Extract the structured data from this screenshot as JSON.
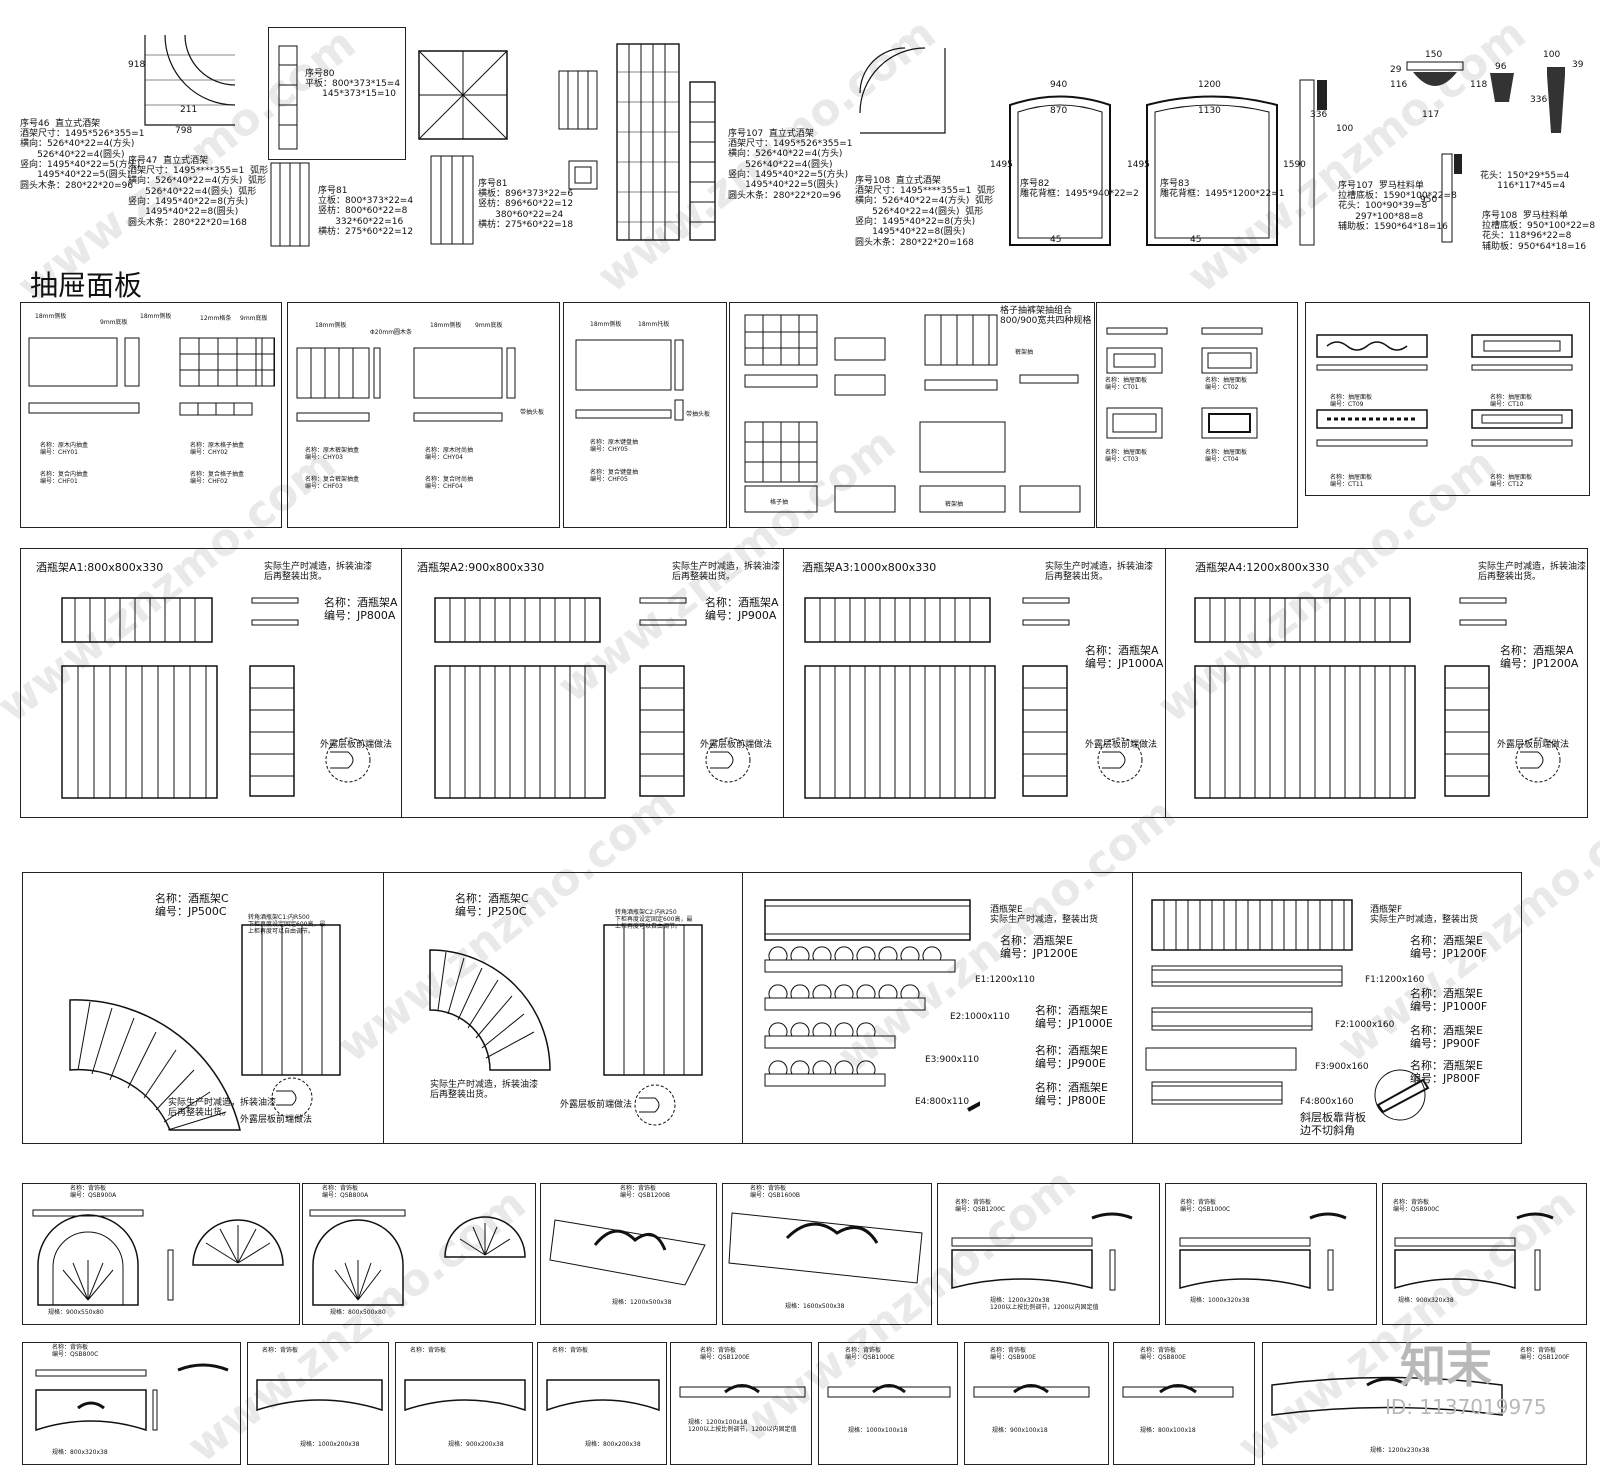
{
  "section_title": "抽屉面板",
  "top": {
    "s46": [
      "序号46  直立式酒架",
      "酒架尺寸：1495*526*355=1",
      "横向：526*40*22=4(方头)",
      "      526*40*22=4(圆头)",
      "竖向：1495*40*22=5(方头)",
      "      1495*40*22=5(圆头)",
      "圆头木条：280*22*20=96"
    ],
    "s47": [
      "序号47  直立式酒架",
      "酒架尺寸：1495****355=1  弧形",
      "横向：526*40*22=4(方头)  弧形",
      "      526*40*22=4(圆头)  弧形",
      "竖向：1495*40*22=8(方头)",
      "      1495*40*22=8(圆头)",
      "圆头木条：280*22*20=168"
    ],
    "s80": [
      "序号80",
      "平板：800*373*15=4",
      "      145*373*15=10"
    ],
    "s81": [
      "序号81",
      "立板：800*373*22=4",
      "竖枋：800*60*22=8",
      "      332*60*22=16",
      "横枋：275*60*22=12"
    ],
    "s81b": [
      "序号81",
      "横板：896*373*22=6",
      "竖枋：896*60*22=12",
      "      380*60*22=24",
      "横枋：275*60*22=18"
    ],
    "s107": [
      "序号107  直立式酒架",
      "酒架尺寸：1495*526*355=1",
      "横向：526*40*22=4(方头)",
      "      526*40*22=4(圆头)",
      "竖向：1495*40*22=5(方头)",
      "      1495*40*22=5(圆头)",
      "圆头木条：280*22*20=96"
    ],
    "s108": [
      "序号108  直立式酒架",
      "酒架尺寸：1495****355=1  弧形",
      "横向：526*40*22=4(方头)  弧形",
      "      526*40*22=4(圆头)  弧形",
      "竖向：1495*40*22=8(方头)",
      "      1495*40*22=8(圆头)",
      "圆头木条：280*22*20=168"
    ],
    "s82": [
      "序号82",
      "雕花背框：1495*940*22=2"
    ],
    "s83": [
      "序号83",
      "雕花背框：1495*1200*22=1"
    ],
    "s107b": [
      "序号107  罗马柱料单",
      "拉槽底板：1590*100*22=8",
      "花头：100*90*39=8",
      "      297*100*88=8",
      "辅助板：1590*64*18=16"
    ],
    "s108b": [
      "序号108  罗马柱料单",
      "拉槽底板：950*100*22=8",
      "花头：118*96*22=8",
      "辅助板：950*64*18=16"
    ],
    "flower": [
      "花头：150*29*55=4",
      "      116*117*45=4"
    ],
    "dims": {
      "d918": "918",
      "d798": "798",
      "d211": "211",
      "d940": "940",
      "d870": "870",
      "d1495a": "1495",
      "d1200": "1200",
      "d1130": "1130",
      "d1495b": "1495",
      "d45a": "45",
      "d45b": "45",
      "d150": "150",
      "d116": "116",
      "d29": "29",
      "d117": "117",
      "d118": "118",
      "d96": "96",
      "d100": "100",
      "d336": "336",
      "d39": "39",
      "d1590": "1590",
      "d950": "950"
    }
  },
  "drawer": {
    "p1": [
      "名称：原木内抽盒",
      "编号：CHY01",
      "名称：复合内抽盒",
      "编号：CHF01",
      "名称：原木格子抽盒",
      "编号：CHY02",
      "名称：复合格子抽盒",
      "编号：CHF02"
    ],
    "p1_lbl": [
      "18mm侧板",
      "9mm底板",
      "18mm侧板",
      "12mm格条",
      "9mm底板"
    ],
    "p2": [
      "名称：原木裤架抽盒",
      "编号：CHY03",
      "名称：复合裤架抽盒",
      "编号：CHF03",
      "名称：原木时尚抽",
      "编号：CHY04",
      "名称：复合时尚抽",
      "编号：CHF04"
    ],
    "p2_lbl": [
      "18mm侧板",
      "Φ20mm圆木条",
      "18mm侧板",
      "9mm底板",
      "带抽头板"
    ],
    "p3": [
      "名称：原木键盘抽",
      "编号：CHY05",
      "名称：复合键盘抽",
      "编号：CHF05"
    ],
    "p3_lbl": [
      "18mm侧板",
      "18mm托板",
      "带抽头板"
    ],
    "p4_head": "格子抽裤架抽组合\n800/900宽共四种规格",
    "p4_lbl": [
      "格子抽",
      "裤架抽",
      "裤架抽"
    ],
    "p5": [
      "名称：抽屉面板",
      "编号：CT01",
      "名称：抽屉面板",
      "编号：CT02",
      "名称：抽屉面板",
      "编号：CT03",
      "名称：抽屉面板",
      "编号：CT04"
    ],
    "p6": [
      "名称：抽屉面板",
      "编号：CT09",
      "名称：抽屉面板",
      "编号：CT10",
      "名称：抽屉面板",
      "编号：CT11",
      "名称：抽屉面板",
      "编号：CT12"
    ]
  },
  "racks_a": [
    {
      "title": "酒瓶架A1:800x800x330",
      "note": "实际生产时减造，拆装油漆\n后再整装出货。",
      "name": "名称：酒瓶架A",
      "code": "编号：JP800A",
      "front": "外露层板前端做法"
    },
    {
      "title": "酒瓶架A2:900x800x330",
      "note": "实际生产时减造，拆装油漆\n后再整装出货。",
      "name": "名称：酒瓶架A",
      "code": "编号：JP900A",
      "front": "外露层板前端做法"
    },
    {
      "title": "酒瓶架A3:1000x800x330",
      "note": "实际生产时减造，拆装油漆\n后再整装出货。",
      "name": "名称：酒瓶架A",
      "code": "编号：JP1000A",
      "front": "外露层板前端做法"
    },
    {
      "title": "酒瓶架A4:1200x800x330",
      "note": "实际生产时减造，拆装油漆\n后再整装出货。",
      "name": "名称：酒瓶架A",
      "code": "编号：JP1200A",
      "front": "外露层板前端做法"
    }
  ],
  "rack_c": {
    "c1_name": "名称：酒瓶架C",
    "c1_code": "编号：JP500C",
    "c1_corner": "转角酒瓶架C1:内R500\n下柜再度设定固定600高，最\n上柜再度可以自由调节。",
    "c1_note": "实际生产时减造，拆装油漆\n后再整装出货。",
    "c1_front": "外露层板前端做法",
    "c2_name": "名称：酒瓶架C",
    "c2_code": "编号：JP250C",
    "c2_corner": "转角酒瓶架C2:内R250\n下柜再度设定固定600高，最\n上柜再度可以自由调节。",
    "c2_note": "实际生产时减造，拆装油漆\n后再整装出货。",
    "c2_front": "外露层板前端做法"
  },
  "rack_e": {
    "head": "酒瓶架E\n实际生产时减造，整装出货",
    "items": [
      {
        "dim": "E1:1200x110",
        "name": "名称：酒瓶架E",
        "code": "编号：JP1200E"
      },
      {
        "dim": "E2:1000x110",
        "name": "名称：酒瓶架E",
        "code": "编号：JP1000E"
      },
      {
        "dim": "E3:900x110",
        "name": "名称：酒瓶架E",
        "code": "编号：JP900E"
      },
      {
        "dim": "E4:800x110",
        "name": "名称：酒瓶架E",
        "code": "编号：JP800E"
      }
    ]
  },
  "rack_f": {
    "head": "酒瓶架F\n实际生产时减造，整装出货",
    "items": [
      {
        "dim": "F1:1200x160",
        "name": "名称：酒瓶架E",
        "code": "编号：JP1200F"
      },
      {
        "dim": "F2:1000x160",
        "name": "名称：酒瓶架E",
        "code": "编号：JP1000F"
      },
      {
        "dim": "F3:900x160",
        "name": "名称：酒瓶架E",
        "code": "编号：JP900F"
      },
      {
        "dim": "F4:800x160",
        "name": "名称：酒瓶架E",
        "code": "编号：JP800F"
      }
    ],
    "note": "斜层板靠背板\n边不切斜角"
  },
  "panels_row1": [
    {
      "name": "名称：背饰板",
      "code": "编号：QSB900A",
      "spec": "规格：900x550x80"
    },
    {
      "name": "名称：背饰板",
      "code": "编号：QSB800A",
      "spec": "规格：800x500x80"
    },
    {
      "name": "名称：背饰板",
      "code": "编号：QSB1200B",
      "spec": "规格：1200x500x38"
    },
    {
      "name": "名称：背饰板",
      "code": "编号：QSB1600B",
      "spec": "规格：1600x500x38"
    },
    {
      "name": "名称：背饰板",
      "code": "编号：QSB1200C",
      "spec": "规格：1200x320x38\n1200以上按比例调节，1200以内固定值"
    },
    {
      "name": "名称：背饰板",
      "code": "编号：QSB1000C",
      "spec": "规格：1000x320x38"
    },
    {
      "name": "名称：背饰板",
      "code": "编号：QSB900C",
      "spec": "规格：900x320x38"
    }
  ],
  "panels_row2": [
    {
      "name": "名称：背饰板",
      "code": "编号：QSB800C",
      "spec": "规格：800x320x38"
    },
    {
      "name": "名称：背饰板",
      "code": "",
      "spec": "规格：1000x200x38"
    },
    {
      "name": "名称：背饰板",
      "code": "",
      "spec": "规格：900x200x38"
    },
    {
      "name": "名称：背饰板",
      "code": "",
      "spec": "规格：800x200x38"
    },
    {
      "name": "名称：背饰板",
      "code": "编号：QSB1200E",
      "spec": "规格：1200x100x18\n1200以上按比例调节，1200以内固定值"
    },
    {
      "name": "名称：背饰板",
      "code": "编号：QSB1000E",
      "spec": "规格：1000x100x18"
    },
    {
      "name": "名称：背饰板",
      "code": "编号：QSB900E",
      "spec": "规格：900x100x18"
    },
    {
      "name": "名称：背饰板",
      "code": "编号：QSB800E",
      "spec": "规格：800x100x18"
    },
    {
      "name": "名称：背饰板",
      "code": "编号：QSB1200F",
      "spec": "规格：1200x230x38"
    }
  ],
  "brand": {
    "logo": "知末",
    "id": "ID: 1137019975",
    "watermark": "www.znzmo.com"
  }
}
